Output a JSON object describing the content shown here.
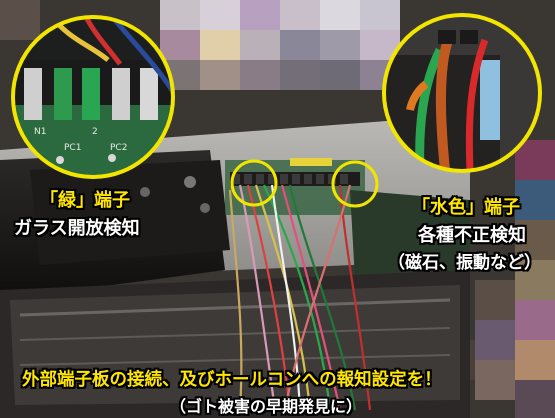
{
  "captions": {
    "green_terminal_title": "「緑」端子",
    "green_terminal_desc": "ガラス開放検知",
    "cyan_terminal_title": "「水色」端子",
    "cyan_terminal_desc_1": "各種不正検知",
    "cyan_terminal_desc_2": "（磁石、振動など）",
    "footer_main": "外部端子板の接続、及びホールコンへの報知設定を！",
    "footer_sub": "（ゴト被害の早期発見に）"
  },
  "board_labels": {
    "pc1": "PC1",
    "pc2": "PC2",
    "n1": "N1",
    "two": "2"
  },
  "colors": {
    "highlight_ring": "#f2e600",
    "caption_yellow": "#ffe600",
    "caption_white": "#ffffff"
  }
}
